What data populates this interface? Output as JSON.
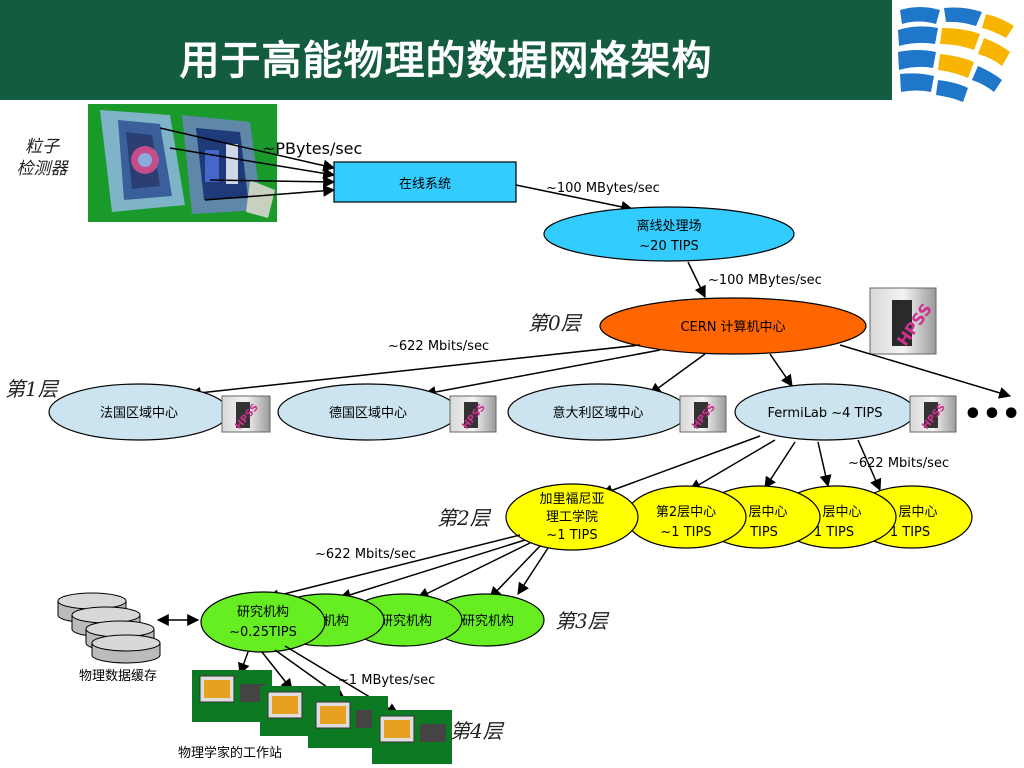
{
  "title": "用于高能物理的数据网格架构",
  "detector": {
    "label_line1": "粒子",
    "label_line2": "检测器"
  },
  "online": "在线系统",
  "offline": {
    "line1": "离线处理场",
    "line2": "~20 TIPS"
  },
  "cern": {
    "prefix": "CERN",
    "name": "计算机中心"
  },
  "rates": {
    "pbytes": "~PBytes/sec",
    "r100a": "~100 MBytes/sec",
    "r100b": "~100 MBytes/sec",
    "r622a": "~622 Mbits/sec",
    "r622b": "~622 Mbits/sec",
    "r622c": "~622 Mbits/sec",
    "r1": "~1 MBytes/sec"
  },
  "tiers": {
    "t0": "第0层",
    "t1": "第1层",
    "t2": "第2层",
    "t3": "第3层",
    "t4": "第4层"
  },
  "tier1": [
    "法国区域中心",
    "德国区域中心",
    "意大利区域中心",
    "FermiLab ~4 TIPS"
  ],
  "hpss": "HPSS",
  "more": "•••",
  "tier2": {
    "caltech_l1": "加里福尼亚",
    "caltech_l2": "理工学院",
    "caltech_l3": "~1 TIPS",
    "center_l1": "第2层中心",
    "center_l2": "~1 TIPS",
    "partial": [
      {
        "l1": "层中心",
        "l2": "1 TIPS"
      },
      {
        "l1": "层中心",
        "l2": "1 TIPS"
      },
      {
        "l1": "层中心",
        "l2": "TIPS"
      }
    ]
  },
  "tier3": {
    "front_l1": "研究机构",
    "front_l2": "~0.25TIPS",
    "others": [
      "研究机构",
      "研究机构",
      "机构"
    ]
  },
  "cache": "物理数据缓存",
  "workstations": "物理学家的工作站",
  "colors": {
    "header": "#145c3f",
    "online": "#33ccff",
    "offline": "#33ccff",
    "cern": "#ff6600",
    "tier1": "#cce4ef",
    "tier2": "#ffff00",
    "tier3": "#66ee22"
  }
}
